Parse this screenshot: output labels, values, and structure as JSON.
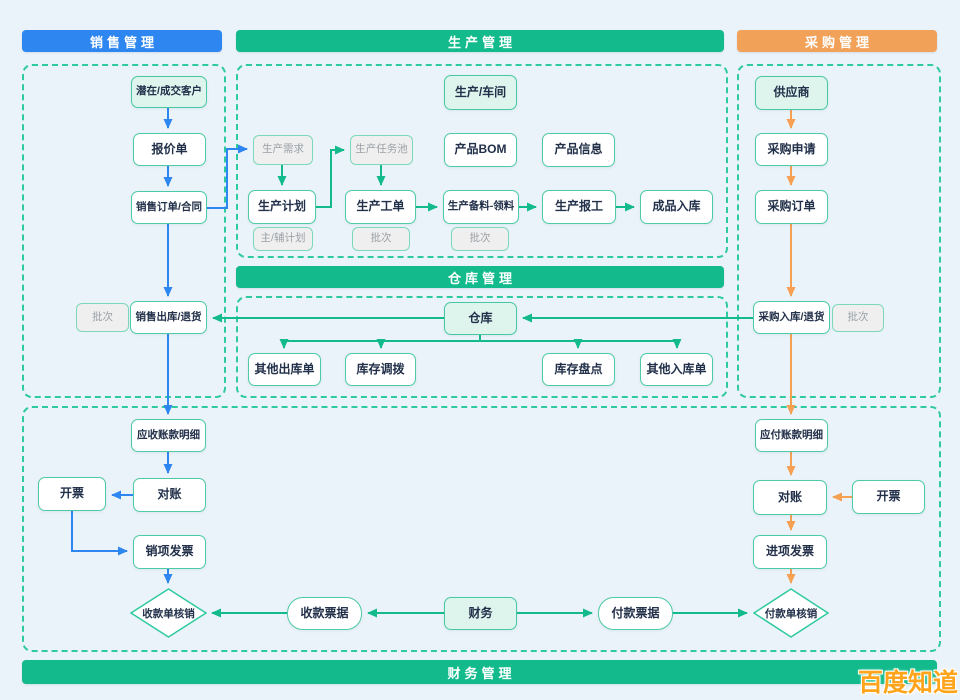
{
  "sections": {
    "sales": {
      "title": "销售管理"
    },
    "production": {
      "title": "生产管理"
    },
    "purchase": {
      "title": "采购管理"
    },
    "warehouse": {
      "title": "仓库管理"
    },
    "finance": {
      "title": "财务管理"
    }
  },
  "colors": {
    "sales_blue": "#2e86f0",
    "main_teal": "#12ba8c",
    "purchase_orange": "#f2a159",
    "background": "#ebf3fa"
  },
  "nodes": {
    "customer": {
      "label": "潜在/成交客户"
    },
    "quote": {
      "label": "报价单"
    },
    "sales_order": {
      "label": "销售订单/合同"
    },
    "sales_batch": {
      "label": "批次"
    },
    "sales_out": {
      "label": "销售出库/退货"
    },
    "ar_detail": {
      "label": "应收账款明细"
    },
    "ar_recon": {
      "label": "对账"
    },
    "ar_invoice": {
      "label": "开票"
    },
    "sales_invoice": {
      "label": "销项发票"
    },
    "receipt_writeoff": {
      "label": "收款单核销"
    },
    "workshop": {
      "label": "生产/车间"
    },
    "prod_demand": {
      "label": "生产需求"
    },
    "task_pool": {
      "label": "生产任务池"
    },
    "bom": {
      "label": "产品BOM"
    },
    "product_info": {
      "label": "产品信息"
    },
    "prod_plan": {
      "label": "生产计划"
    },
    "plan_sub": {
      "label": "主/辅计划"
    },
    "work_order": {
      "label": "生产工单"
    },
    "wo_batch": {
      "label": "批次"
    },
    "prod_material": {
      "label": "生产备料-领料"
    },
    "mat_batch": {
      "label": "批次"
    },
    "prod_report": {
      "label": "生产报工"
    },
    "finished_in": {
      "label": "成品入库"
    },
    "warehouse_hub": {
      "label": "仓库"
    },
    "other_out": {
      "label": "其他出库单"
    },
    "inv_transfer": {
      "label": "库存调拨"
    },
    "stocktake": {
      "label": "库存盘点"
    },
    "other_in": {
      "label": "其他入库单"
    },
    "supplier": {
      "label": "供应商"
    },
    "purchase_request": {
      "label": "采购申请"
    },
    "purchase_order": {
      "label": "采购订单"
    },
    "purchase_in": {
      "label": "采购入库/退货"
    },
    "purchase_batch": {
      "label": "批次"
    },
    "ap_detail": {
      "label": "应付账款明细"
    },
    "ap_recon": {
      "label": "对账"
    },
    "ap_invoice": {
      "label": "开票"
    },
    "purchase_invoice": {
      "label": "进项发票"
    },
    "payment_writeoff": {
      "label": "付款单核销"
    },
    "receipt_note": {
      "label": "收款票据"
    },
    "finance_hub": {
      "label": "财务"
    },
    "payment_note": {
      "label": "付款票据"
    }
  },
  "watermark": "百度知道"
}
